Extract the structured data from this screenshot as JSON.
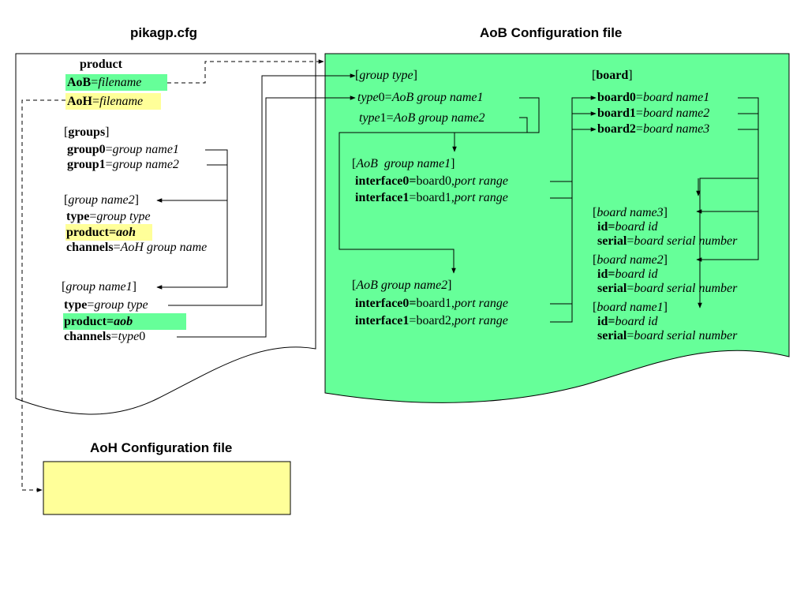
{
  "titles": {
    "cfg": "pikagp.cfg",
    "aob": "AoB Configuration file",
    "aoh": "AoH Configuration file"
  },
  "colors": {
    "aob_fill": "#66ff99",
    "aoh_fill": "#ffff99",
    "highlight_green": "#66ff99",
    "highlight_yellow": "#ffff99"
  },
  "cfg": {
    "product_header": "product",
    "aob_key": "AoB",
    "aob_val": "filename",
    "aoh_key": "AoH",
    "aoh_val": "filename",
    "groups_header": "groups",
    "g0_key": "group0",
    "g0_val": "group name1",
    "g1_key": "group1",
    "g1_val": "group name2",
    "gn2_header": "group name2",
    "gn2_type_key": "type",
    "gn2_type_val": "group type",
    "gn2_product_key": "product",
    "gn2_product_val": "aoh",
    "gn2_channels_key": "channels",
    "gn2_channels_val": "AoH group name",
    "gn1_header": "group name1",
    "gn1_type_key": "type",
    "gn1_type_val": "group type",
    "gn1_product_key": "product",
    "gn1_product_val": "aob",
    "gn1_channels_key": "channels",
    "gn1_channels_val_italic": "type",
    "gn1_channels_val_num": "0"
  },
  "aob": {
    "grouptype_header": "group type",
    "t0_key": "type",
    "t0_num": "0",
    "t0_val": "AoB group name1",
    "t1_key": "type",
    "t1_num": "1",
    "t1_val": "AoB group name2",
    "ag1_header": "AoB  group name1",
    "ag1_if0_key": "interface0",
    "ag1_if0_board": "board0,",
    "ag1_if0_range": "port range",
    "ag1_if1_key": "interface1",
    "ag1_if1_board": "board1,",
    "ag1_if1_range": "port range",
    "ag2_header": "AoB group name2",
    "ag2_if0_key": "interface0",
    "ag2_if0_board": "board1,",
    "ag2_if0_range": "port range",
    "ag2_if1_key": "interface1",
    "ag2_if1_board": "board2,",
    "ag2_if1_range": "port range",
    "board_header": "board",
    "b0_key": "board0",
    "b0_val": "board name1",
    "b1_key": "board1",
    "b1_val": "board name2",
    "b2_key": "board2",
    "b2_val": "board name3",
    "bn3_header": "board name3",
    "bn3_id_key": "id",
    "bn3_id_val": "board id",
    "bn3_serial_key": "serial",
    "bn3_serial_val": "board serial number",
    "bn2_header": "board name2",
    "bn2_id_key": "id",
    "bn2_id_val": "board id",
    "bn2_serial_key": "serial",
    "bn2_serial_val": "board serial number",
    "bn1_header": "board name1",
    "bn1_id_key": "id",
    "bn1_id_val": "board id",
    "bn1_serial_key": "serial",
    "bn1_serial_val": "board serial number"
  }
}
